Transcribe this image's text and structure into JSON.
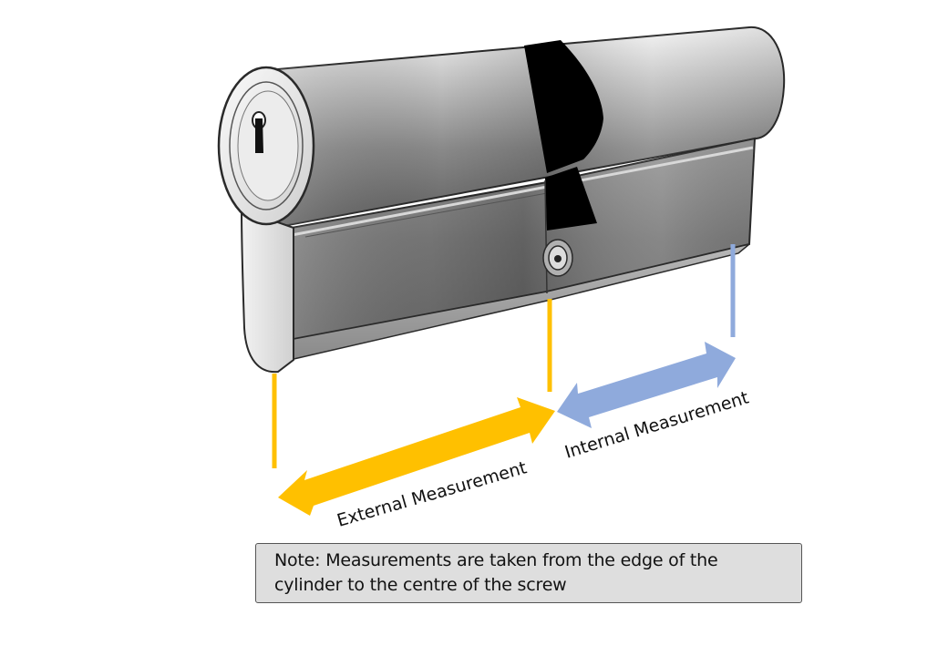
{
  "labels": {
    "external": "External Measurement",
    "internal": "Internal Measurement"
  },
  "note": {
    "text": "Note: Measurements are taken from the edge of the cylinder to the centre of the screw"
  },
  "colors": {
    "external": "#ffc000",
    "internal": "#8faadc",
    "cam": "#000000",
    "note_background": "#dedede"
  }
}
